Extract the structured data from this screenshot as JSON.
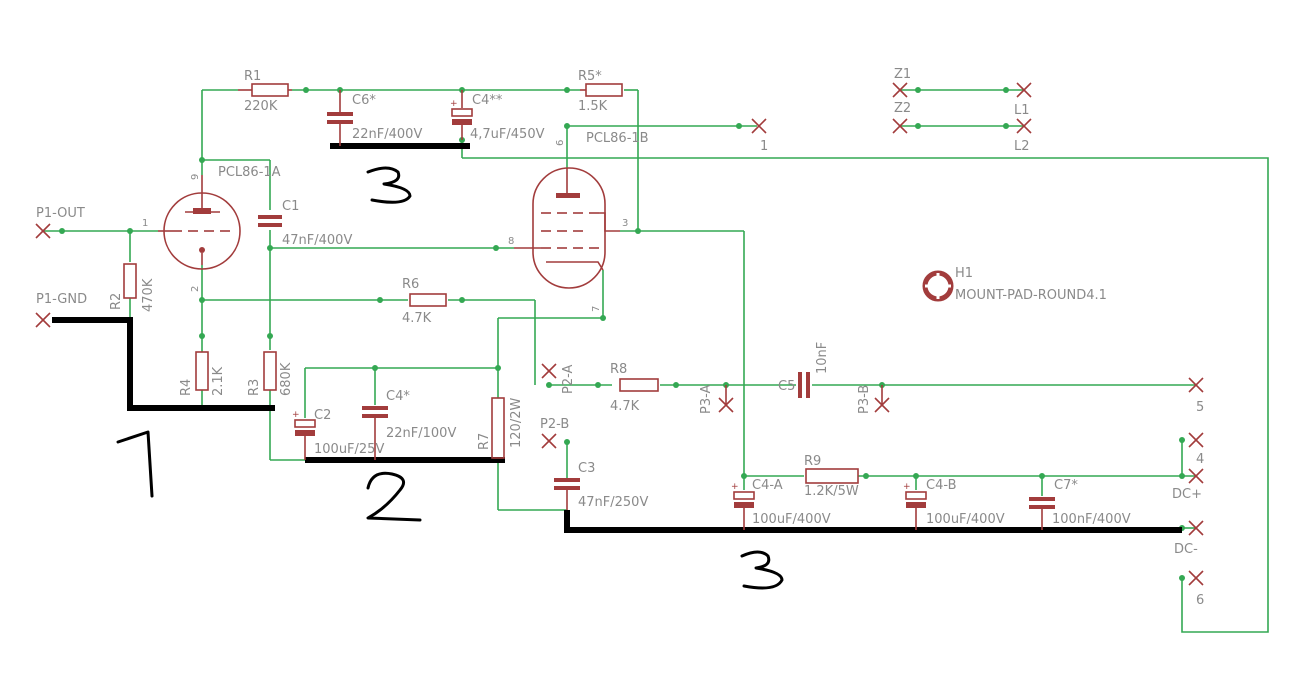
{
  "resistors": {
    "r1": {
      "name": "R1",
      "value": "220K"
    },
    "r2": {
      "name": "R2",
      "value": "470K"
    },
    "r3": {
      "name": "R3",
      "value": "680K"
    },
    "r4": {
      "name": "R4",
      "value": "2.1K"
    },
    "r5": {
      "name": "R5*",
      "value": "1.5K"
    },
    "r6": {
      "name": "R6",
      "value": "4.7K"
    },
    "r7": {
      "name": "R7",
      "value": "120/2W"
    },
    "r8": {
      "name": "R8",
      "value": "4.7K"
    },
    "r9": {
      "name": "R9",
      "value": "1.2K/5W"
    }
  },
  "capacitors": {
    "c1": {
      "name": "C1",
      "value": "47nF/400V"
    },
    "c2": {
      "name": "C2",
      "value": "100uF/25V"
    },
    "c3": {
      "name": "C3",
      "value": "47nF/250V"
    },
    "c4": {
      "name": "C4*",
      "value": "22nF/100V"
    },
    "c4s": {
      "name": "C4**",
      "value": "4,7uF/450V"
    },
    "c4a": {
      "name": "C4-A",
      "value": "100uF/400V"
    },
    "c4b": {
      "name": "C4-B",
      "value": "100uF/400V"
    },
    "c5": {
      "name": "C5",
      "value": "10nF"
    },
    "c6": {
      "name": "C6*",
      "value": "22nF/400V"
    },
    "c7": {
      "name": "C7*",
      "value": "100nF/400V"
    }
  },
  "tubes": {
    "t1a": {
      "name": "PCL86-1A"
    },
    "t1b": {
      "name": "PCL86-1B"
    }
  },
  "tube_pins": {
    "a": [
      "9",
      "1",
      "2"
    ],
    "b": [
      "6",
      "3",
      "8",
      "7"
    ]
  },
  "connectors": {
    "p1out": "P1-OUT",
    "p1gnd": "P1-GND",
    "p2a": "P2-A",
    "p2b": "P2-B",
    "p3a": "P3-A",
    "p3b": "P3-B",
    "z1": "Z1",
    "z2": "Z2",
    "l1": "L1",
    "l2": "L2",
    "dcp": "DC+",
    "dcm": "DC-",
    "n1": "1",
    "n4": "4",
    "n5": "5",
    "n6": "6"
  },
  "mount": {
    "name": "H1",
    "value": "MOUNT-PAD-ROUND4.1"
  },
  "polarity": "+",
  "annotations": {
    "a1": "1",
    "a2": "2",
    "a3": "3"
  },
  "colors": {
    "wire": "#34a853",
    "part": "#a23c3c",
    "label": "#8a8a8a",
    "ground": "#000000"
  }
}
